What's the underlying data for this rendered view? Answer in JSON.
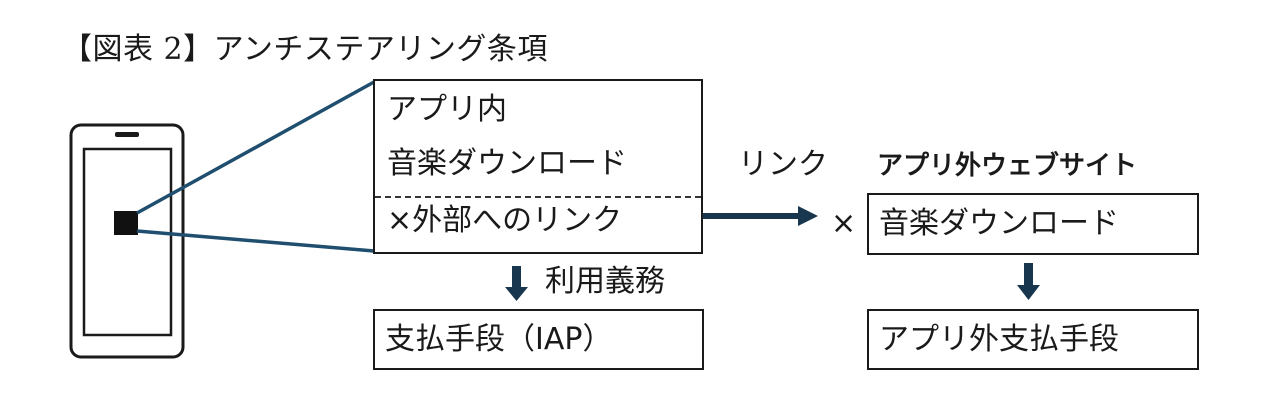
{
  "figure": {
    "title": "【図表 2】アンチステアリング条項"
  },
  "app_box": {
    "line1": "アプリ内",
    "line2": "音楽ダウンロード",
    "line3": "×外部へのリンク"
  },
  "iap": {
    "obligation_label": "利用義務",
    "box_label": "支払手段（IAP）"
  },
  "link": {
    "label": "リンク",
    "prohibited_mark": "×"
  },
  "external_site": {
    "header": "アプリ外ウェブサイト",
    "box_label": "音楽ダウンロード",
    "payment_box_label": "アプリ外支払手段"
  },
  "colors": {
    "line_teal": "#1f4e6e",
    "arrow_navy": "#18364e",
    "outline": "#1a1a1a"
  }
}
